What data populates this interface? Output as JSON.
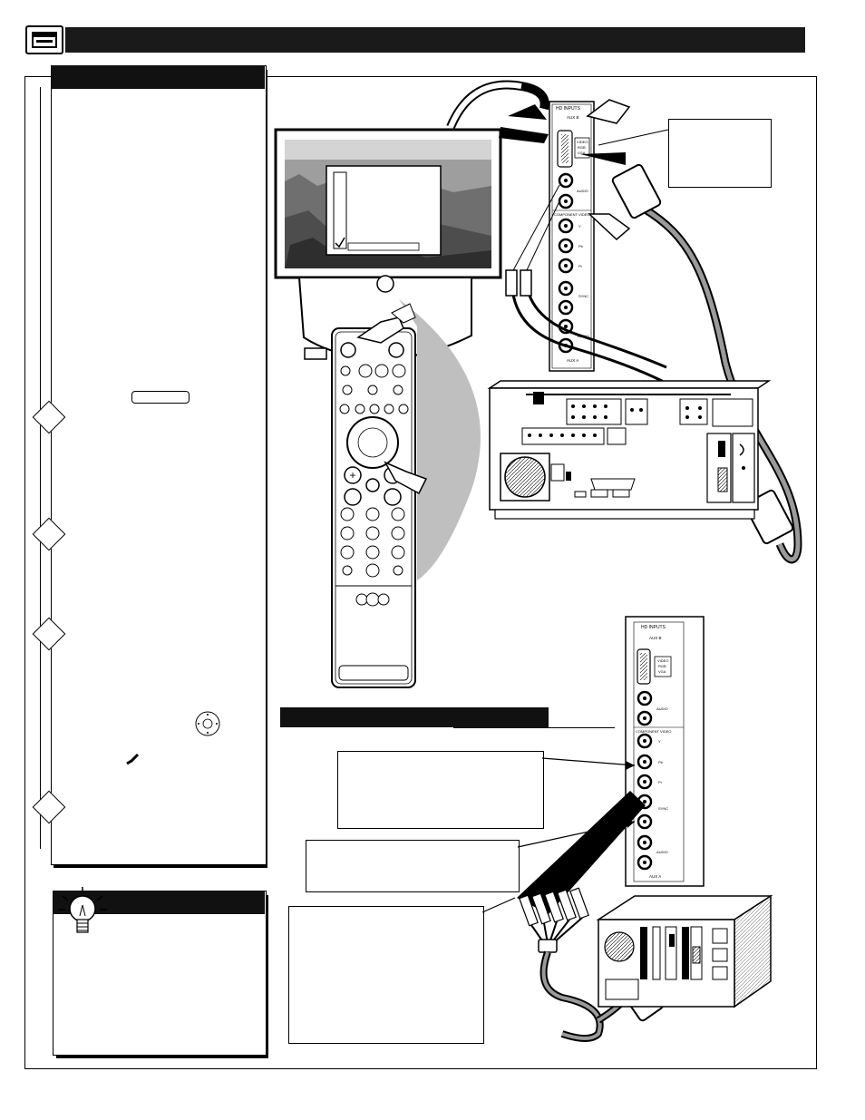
{
  "page": {
    "title": "",
    "left_panel_heading": "",
    "tip_heading": "",
    "connection_section_heading": ""
  },
  "panel_top": {
    "section_label": "HD INPUTS",
    "aux_b_label": "AUX B",
    "vga_label_line1": "VIDEO",
    "vga_label_line2": "RGB",
    "vga_label_line3": "VGA",
    "audio_label": "AUDIO",
    "component_label": "COMPONENT VIDEO",
    "y_label": "Y",
    "pb_label": "Pb",
    "pr_label": "Pr",
    "sync_label": "SYNC",
    "aux_a_label": "AUX A"
  },
  "panel_bottom": {
    "section_label": "HD INPUTS",
    "aux_b_label": "AUX B",
    "vga_label_line1": "VIDEO",
    "vga_label_line2": "RGB",
    "vga_label_line3": "VGA",
    "audio_label": "AUDIO",
    "component_label": "COMPONENT VIDEO",
    "y_label": "Y",
    "pb_label": "Pb",
    "pr_label": "Pr",
    "sync_label": "SYNC",
    "aux_a_label": "AUX A"
  },
  "colors": {
    "header": "#1a1a1a",
    "ink": "#000000",
    "screen_sky": "#bdbdbd",
    "cable_gray": "#8a8a8a"
  }
}
